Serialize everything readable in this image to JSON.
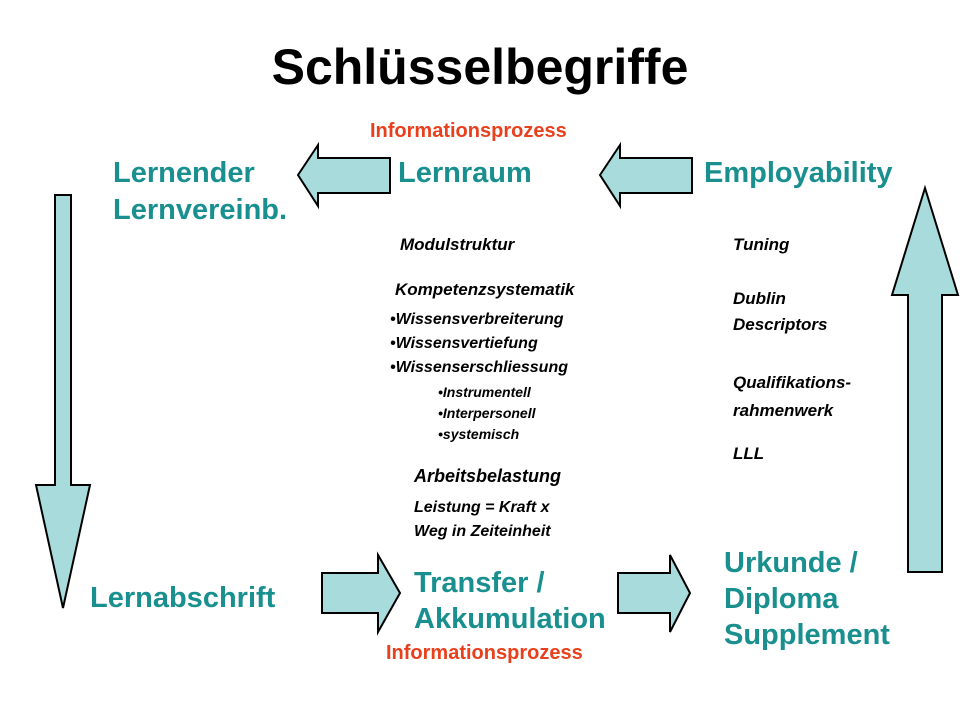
{
  "title": "Schlüsselbegriffe",
  "info_top": "Informationsprozess",
  "info_bottom": "Informationsprozess",
  "lernender_line1": "Lernender",
  "lernender_line2": "Lernvereinb.",
  "lernraum": "Lernraum",
  "employability": "Employability",
  "modulstruktur": "Modulstruktur",
  "kompetenzsystematik": "Kompetenzsystematik",
  "kompetenz_items": [
    "Wissensverbreiterung",
    "Wissensvertiefung",
    "Wissenserschliessung"
  ],
  "erschliessung_items": [
    "Instrumentell",
    "Interpersonell",
    "systemisch"
  ],
  "arbeitsbelastung": "Arbeitsbelastung",
  "leistung_line1": "Leistung = Kraft x",
  "leistung_line2": "Weg in Zeiteinheit",
  "tuning": "Tuning",
  "dublin_line1": "Dublin",
  "dublin_line2": "Descriptors",
  "qualifikations_line1": "Qualifikations-",
  "qualifikations_line2": "rahmenwerk",
  "lll": "LLL",
  "lernabschrift": "Lernabschrift",
  "transfer_line1": "Transfer /",
  "transfer_line2": "Akkumulation",
  "urkunde_line1": "Urkunde /",
  "urkunde_line2": "Diploma",
  "urkunde_line3": "Supplement",
  "colors": {
    "teal_text": "#1a8f8f",
    "info_text": "#e8401c",
    "arrow_fill": "#a8dcdc"
  }
}
